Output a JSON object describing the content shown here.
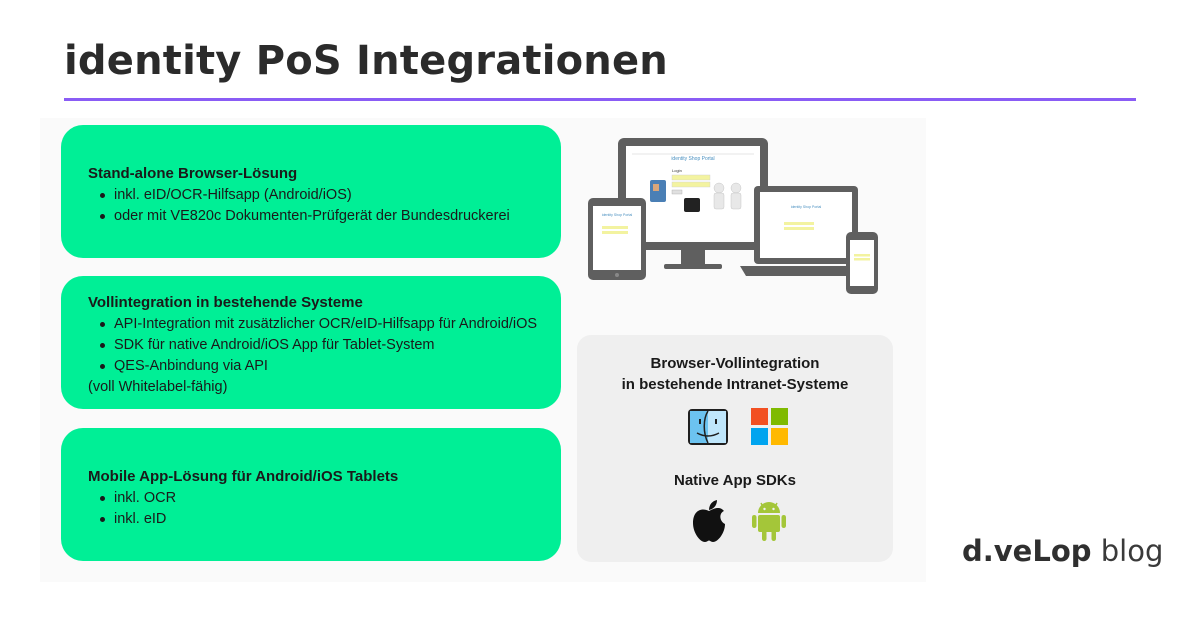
{
  "page": {
    "title": "identity PoS Integrationen"
  },
  "cards": [
    {
      "heading": "Stand-alone Browser-Lösung",
      "items": [
        "inkl. eID/OCR-Hilfsapp (Android/iOS)",
        "oder mit VE820c Dokumenten-Prüfgerät der Bundesdruckerei"
      ]
    },
    {
      "heading": "Vollintegration in bestehende Systeme",
      "items": [
        "API-Integration mit zusätzlicher OCR/eID-Hilfsapp für Android/iOS",
        "SDK für native Android/iOS App für Tablet-System",
        "QES-Anbindung via API"
      ],
      "note": "(voll Whitelabel-fähig)"
    },
    {
      "heading": "Mobile App-Lösung für Android/iOS Tablets",
      "items": [
        "inkl. OCR",
        "inkl. eID"
      ]
    }
  ],
  "devices": {
    "screen_title": "identity Shop Portal",
    "login_label": "Login"
  },
  "integration_box": {
    "browser_title_line1": "Browser-Vollintegration",
    "browser_title_line2": "in bestehende Intranet-Systeme",
    "native_title": "Native App SDKs",
    "icons": [
      "finder-icon",
      "windows-icon",
      "apple-icon",
      "android-icon"
    ]
  },
  "brand": {
    "logo_part1": "d.veLop",
    "logo_part2": " blog"
  },
  "colors": {
    "accent_rule": "#8a5cf5",
    "card_green": "#00ef96",
    "android_green": "#a4c639"
  }
}
